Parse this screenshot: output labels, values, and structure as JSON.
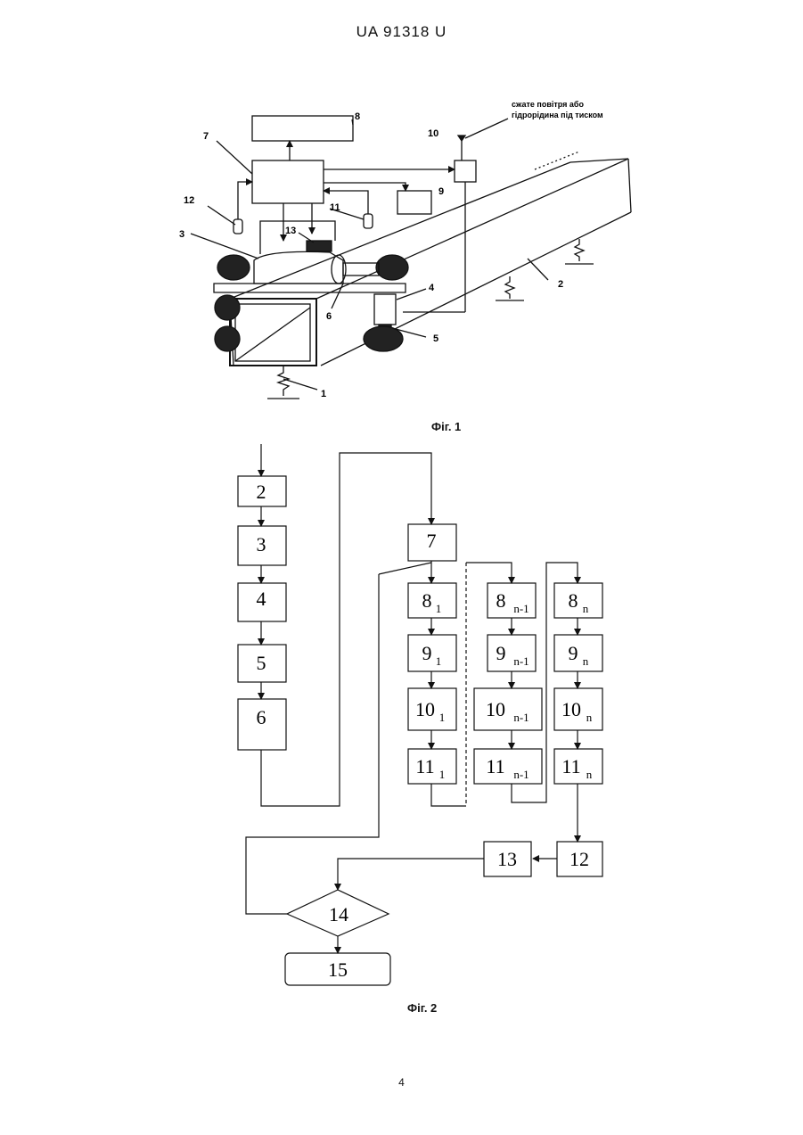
{
  "header": {
    "doc_number": "UA   91318   U"
  },
  "figure1": {
    "caption": "Фіг. 1",
    "note_line1": "сжате повітря або",
    "note_line2": "гідрорідина під тиском",
    "labels": {
      "l1": "1",
      "l2": "2",
      "l3": "3",
      "l4": "4",
      "l5": "5",
      "l6": "6",
      "l7": "7",
      "l8": "8",
      "l9": "9",
      "l10": "10",
      "l11": "11",
      "l12": "12",
      "l13": "13"
    }
  },
  "figure2": {
    "caption": "Фіг. 2",
    "blocks": {
      "b2": "2",
      "b3": "3",
      "b4": "4",
      "b5": "5",
      "b6": "6",
      "b7": "7",
      "b8_1_main": "8",
      "b8_1_sub": "1",
      "b9_1_main": "9",
      "b9_1_sub": "1",
      "b10_1_main": "10",
      "b10_1_sub": "1",
      "b11_1_main": "11",
      "b11_1_sub": "1",
      "b8_n1_main": "8",
      "b8_n1_sub": "n-1",
      "b9_n1_main": "9",
      "b9_n1_sub": "n-1",
      "b10_n1_main": "10",
      "b10_n1_sub": "n-1",
      "b11_n1_main": "11",
      "b11_n1_sub": "n-1",
      "b8_n_main": "8",
      "b8_n_sub": "n",
      "b9_n_main": "9",
      "b9_n_sub": "n",
      "b10_n_main": "10",
      "b10_n_sub": "n",
      "b11_n_main": "11",
      "b11_n_sub": "n",
      "b12": "12",
      "b13": "13",
      "b14": "14",
      "b15": "15"
    }
  },
  "page_number": "4"
}
